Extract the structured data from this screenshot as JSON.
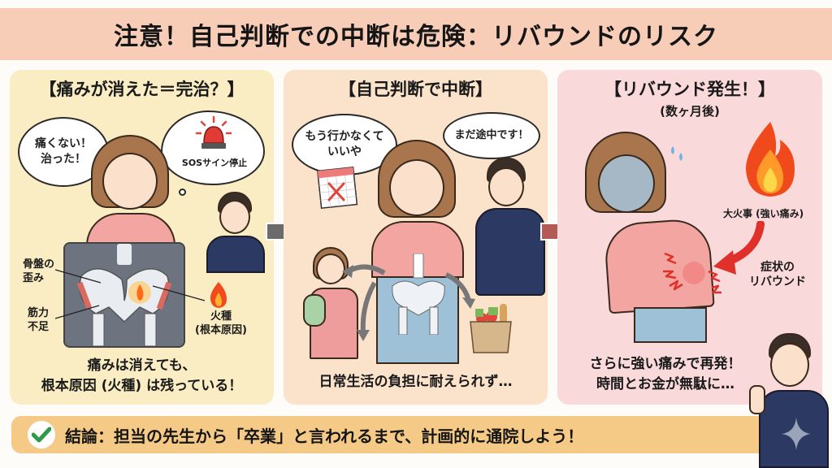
{
  "header": {
    "title": "注意！自己判断での中断は危険：リバウンドのリスク",
    "bg_color": "#f7cdb7"
  },
  "panels": [
    {
      "title": "【痛みが消えた＝完治？】",
      "bg_color": "#faedc4",
      "speech_bubble": "痛くない！\n治った！",
      "thought_bubble": "SOSサイン停止",
      "labels": {
        "pelvis": "骨盤の\n歪み",
        "muscle": "筋力\n不足",
        "spark": "火種\n(根本原因)"
      },
      "caption": "痛みは消えても、\n根本原因 (火種) は残っている！",
      "icons": [
        "siren-icon",
        "fire-icon",
        "pelvis-xray-illustration"
      ]
    },
    {
      "title": "【自己判断で中断】",
      "bg_color": "#fbe2cb",
      "patient_bubble": "もう行かなくて\nいいや",
      "doctor_bubble": "まだ途中です！",
      "caption": "日常生活の負担に耐えられず…",
      "icons": [
        "calendar-x-icon",
        "baby-carry-illustration",
        "grocery-bag-illustration"
      ]
    },
    {
      "title": "【リバウンド発生！】",
      "subtitle": "(数ヶ月後)",
      "bg_color": "#f9d9da",
      "labels": {
        "fire": "大火事 (強い痛み)",
        "symptom": "症状の\nリバウンド"
      },
      "caption": "さらに強い痛みで再発！\n時間とお金が無駄に…",
      "icons": [
        "big-fire-icon",
        "pain-spark-icon",
        "red-curved-arrow-icon"
      ]
    }
  ],
  "arrows": [
    {
      "color": "#6b6b6b"
    },
    {
      "color": "#b35a55"
    }
  ],
  "conclusion": {
    "text": "結論：担当の先生から「卒業」と言われるまで、計画的に通院しよう！",
    "bg_color": "#f5c986",
    "check_color": "#2e9a4a"
  }
}
